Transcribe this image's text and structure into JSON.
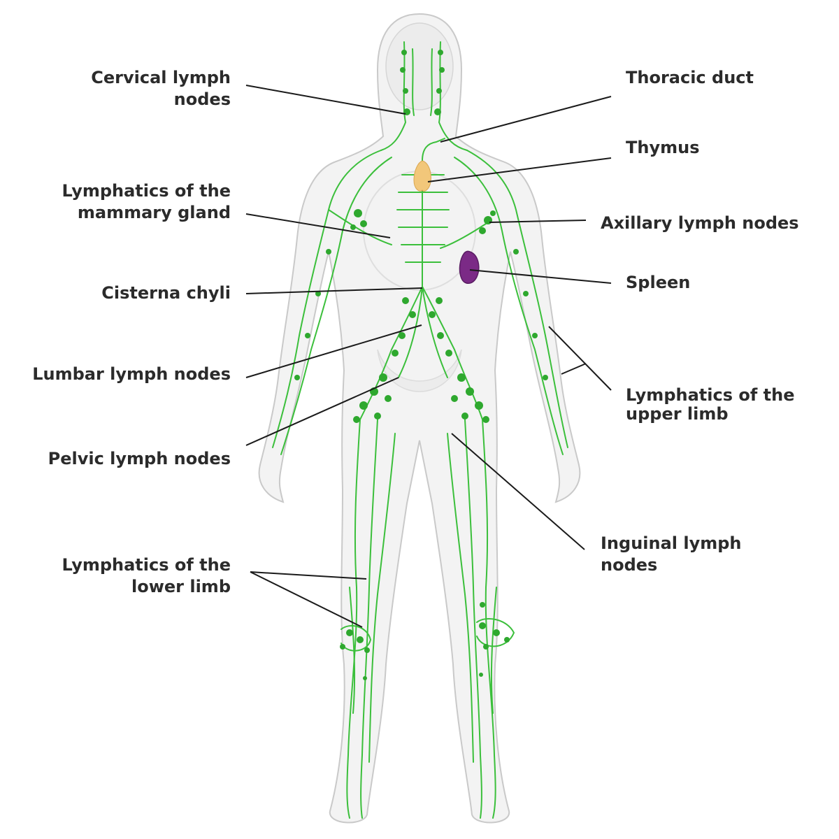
{
  "labels": {
    "cervical": "Cervical lymph\nnodes",
    "mammary": "Lymphatics of the\nmammary gland",
    "cisterna": "Cisterna chyli",
    "lumbar": "Lumbar lymph nodes",
    "pelvic": "Pelvic lymph nodes",
    "lower_limb": "Lymphatics of the\nlower limb",
    "thoracic": "Thoracic duct",
    "thymus": "Thymus",
    "axillary": "Axillary lymph nodes",
    "spleen": "Spleen",
    "upper_limb": "Lymphatics of the\nupper limb",
    "inguinal": "Inguinal lymph\nnodes"
  },
  "colors": {
    "lymph": "#3bbf3b",
    "node": "#2ea82e",
    "body_fill": "#f3f3f3",
    "body_outline": "#c9c9c9",
    "thymus": "#f2c77a",
    "spleen": "#7b2a86",
    "leader": "#1a1a1a",
    "text": "#2b2b2b"
  }
}
